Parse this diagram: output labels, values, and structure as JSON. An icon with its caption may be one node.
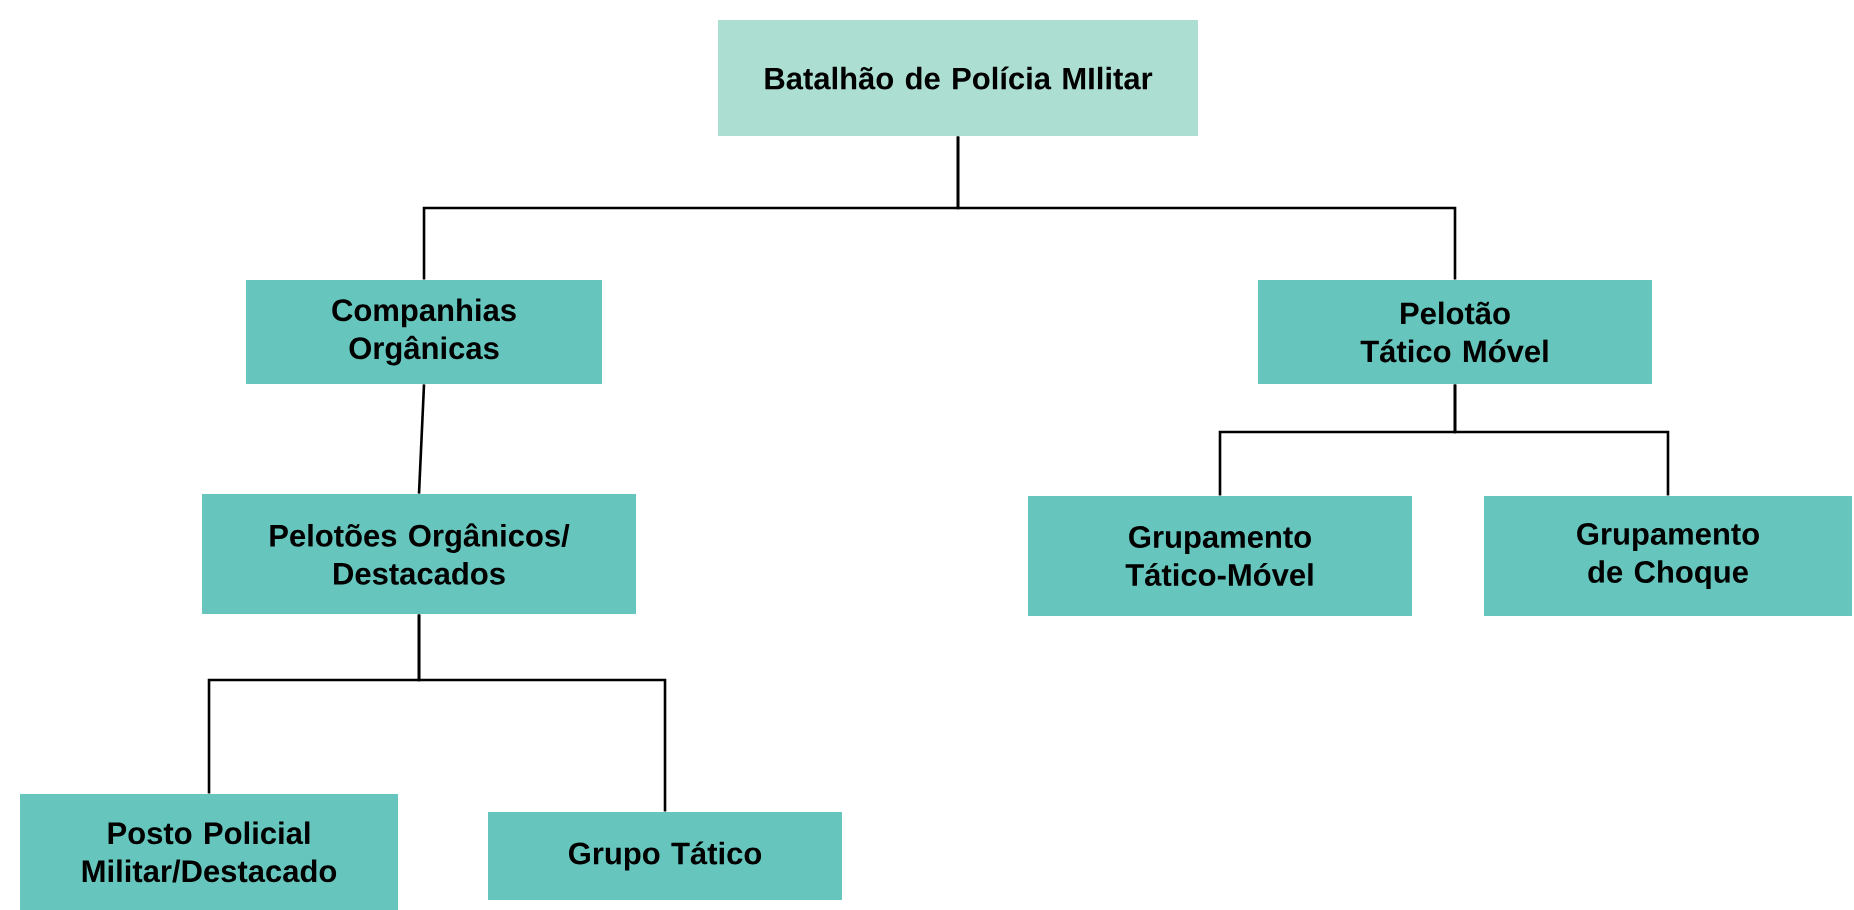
{
  "diagram": {
    "nodes": [
      {
        "text": [
          "Batalhão de Polícia MIlitar"
        ]
      },
      {
        "text": [
          "Companhias Orgânicas"
        ]
      },
      {
        "text": [
          "Pelotão Tático Móvel"
        ]
      },
      {
        "text": [
          "Pelotões Orgânicos/ Destacados"
        ]
      },
      {
        "text": [
          "Grupamento Tático-Móvel"
        ]
      },
      {
        "text": [
          "Grupamento de Choque"
        ]
      },
      {
        "text": [
          "Posto Policial Militar/Destacado"
        ]
      },
      {
        "text": [
          "Grupo Tático"
        ]
      }
    ],
    "edges": [
      {
        "from": 0,
        "to": 1,
        "arrow": "none"
      },
      {
        "from": 0,
        "to": 2,
        "arrow": "none"
      },
      {
        "from": 1,
        "to": 3,
        "arrow": "none"
      },
      {
        "from": 2,
        "to": 4,
        "arrow": "none"
      },
      {
        "from": 2,
        "to": 5,
        "arrow": "none"
      },
      {
        "from": 3,
        "to": 6,
        "arrow": "none"
      },
      {
        "from": 3,
        "to": 7,
        "arrow": "none"
      }
    ]
  }
}
